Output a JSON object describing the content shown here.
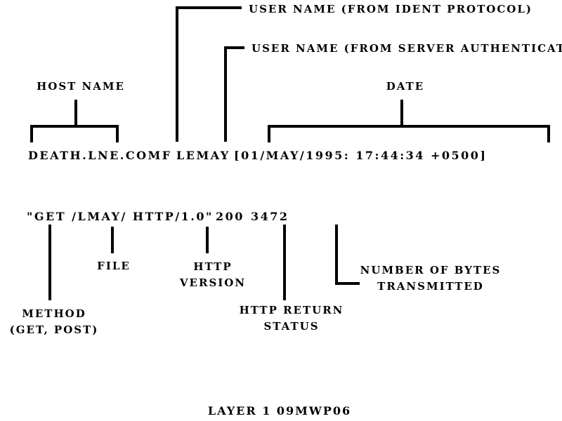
{
  "log_entry": {
    "host": "DEATH.LNE.COMF",
    "user": "LEMAY",
    "date": "[01/MAY/1995: 17:44:34 +0500]",
    "request": "\"GET  /LMAY/  HTTP/1.0\"",
    "status": "200",
    "bytes": "3472"
  },
  "labels": {
    "ident_user": "USER NAME (FROM IDENT PROTOCOL)",
    "auth_user": "USER NAME (FROM SERVER AUTHENTICAT",
    "host_name": "HOST NAME",
    "date": "DATE",
    "method": [
      "METHOD",
      "(GET, POST)"
    ],
    "file": "FILE",
    "http_version": [
      "HTTP",
      "VERSION"
    ],
    "return_status": [
      "HTTP RETURN",
      "STATUS"
    ],
    "bytes": [
      "NUMBER OF BYTES",
      "TRANSMITTED"
    ]
  },
  "footer": "LAYER 1  09MWP06"
}
